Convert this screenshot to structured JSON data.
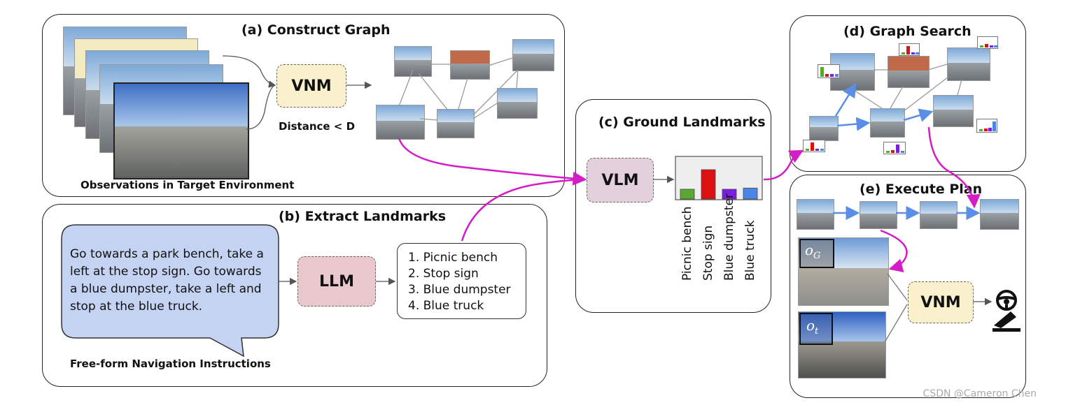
{
  "panels": {
    "a": {
      "title": "(a)  Construct Graph",
      "caption": "Observations in Target Environment",
      "node": "VNM",
      "distance": "Distance < D"
    },
    "b": {
      "title": "(b) Extract Landmarks",
      "caption": "Free-form Navigation Instructions",
      "node": "LLM",
      "instruction": "Go towards a park bench, take a left at the stop sign. Go towards a blue dumpster, take a left and stop at the blue truck.",
      "landmarks": [
        "1. Picnic bench",
        "2. Stop sign",
        "3. Blue dumpster",
        "4. Blue truck"
      ]
    },
    "c": {
      "title": "(c) Ground Landmarks",
      "node": "VLM"
    },
    "d": {
      "title": "(d) Graph Search"
    },
    "e": {
      "title": "(e) Execute Plan",
      "node": "VNM",
      "goal_label": "o",
      "goal_sub": "G",
      "cur_label": "o",
      "cur_sub": "t"
    }
  },
  "chart_data": {
    "type": "bar",
    "categories": [
      "Picnic bench",
      "Stop sign",
      "Blue dumpster",
      "Blue truck"
    ],
    "values": [
      0.25,
      0.75,
      0.25,
      0.28
    ],
    "colors": [
      "#5aa832",
      "#dd1111",
      "#7a1ee0",
      "#4a86e8"
    ],
    "ylim": [
      0,
      1
    ],
    "grid": false,
    "title": "",
    "xlabel": "",
    "ylabel": ""
  },
  "watermark": "CSDN @Cameron Chen",
  "colors": {
    "vnm": "#fbf0cc",
    "llm": "#e8c8cc",
    "vlm": "#e4d0dc",
    "speech": "#c5d3f3",
    "magenta": "#d41cc7",
    "blue_arrow": "#5b8ee6"
  },
  "icons": [
    "steering-wheel-icon",
    "pedal-icon"
  ]
}
